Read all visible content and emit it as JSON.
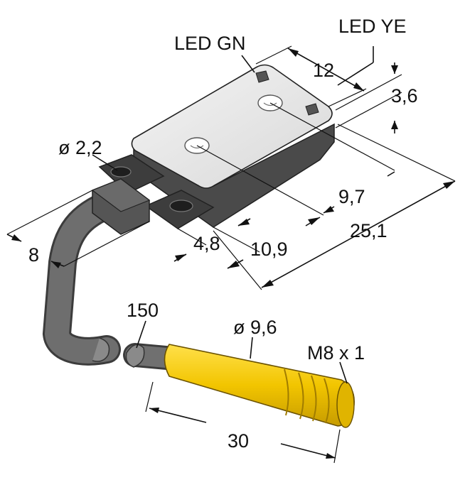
{
  "colors": {
    "housing_light": "#e6e6e6",
    "housing_dark": "#4a4a4a",
    "cable": "#6e6e6e",
    "cable_dark": "#3c3c3c",
    "connector": "#f2c500",
    "connector_dark": "#c79c00",
    "ink": "#111111"
  },
  "labels": {
    "led_gn": "LED GN",
    "led_ye": "LED YE",
    "dim_12": "12",
    "dim_3_6": "3,6",
    "dim_hole": "ø 2,2",
    "dim_9_7": "9,7",
    "dim_8": "8",
    "dim_4_8": "4,8",
    "dim_10_9": "10,9",
    "dim_25_1": "25,1",
    "dim_150": "150",
    "dim_connector_dia": "ø 9,6",
    "dim_thread": "M8 x 1",
    "dim_30": "30"
  }
}
